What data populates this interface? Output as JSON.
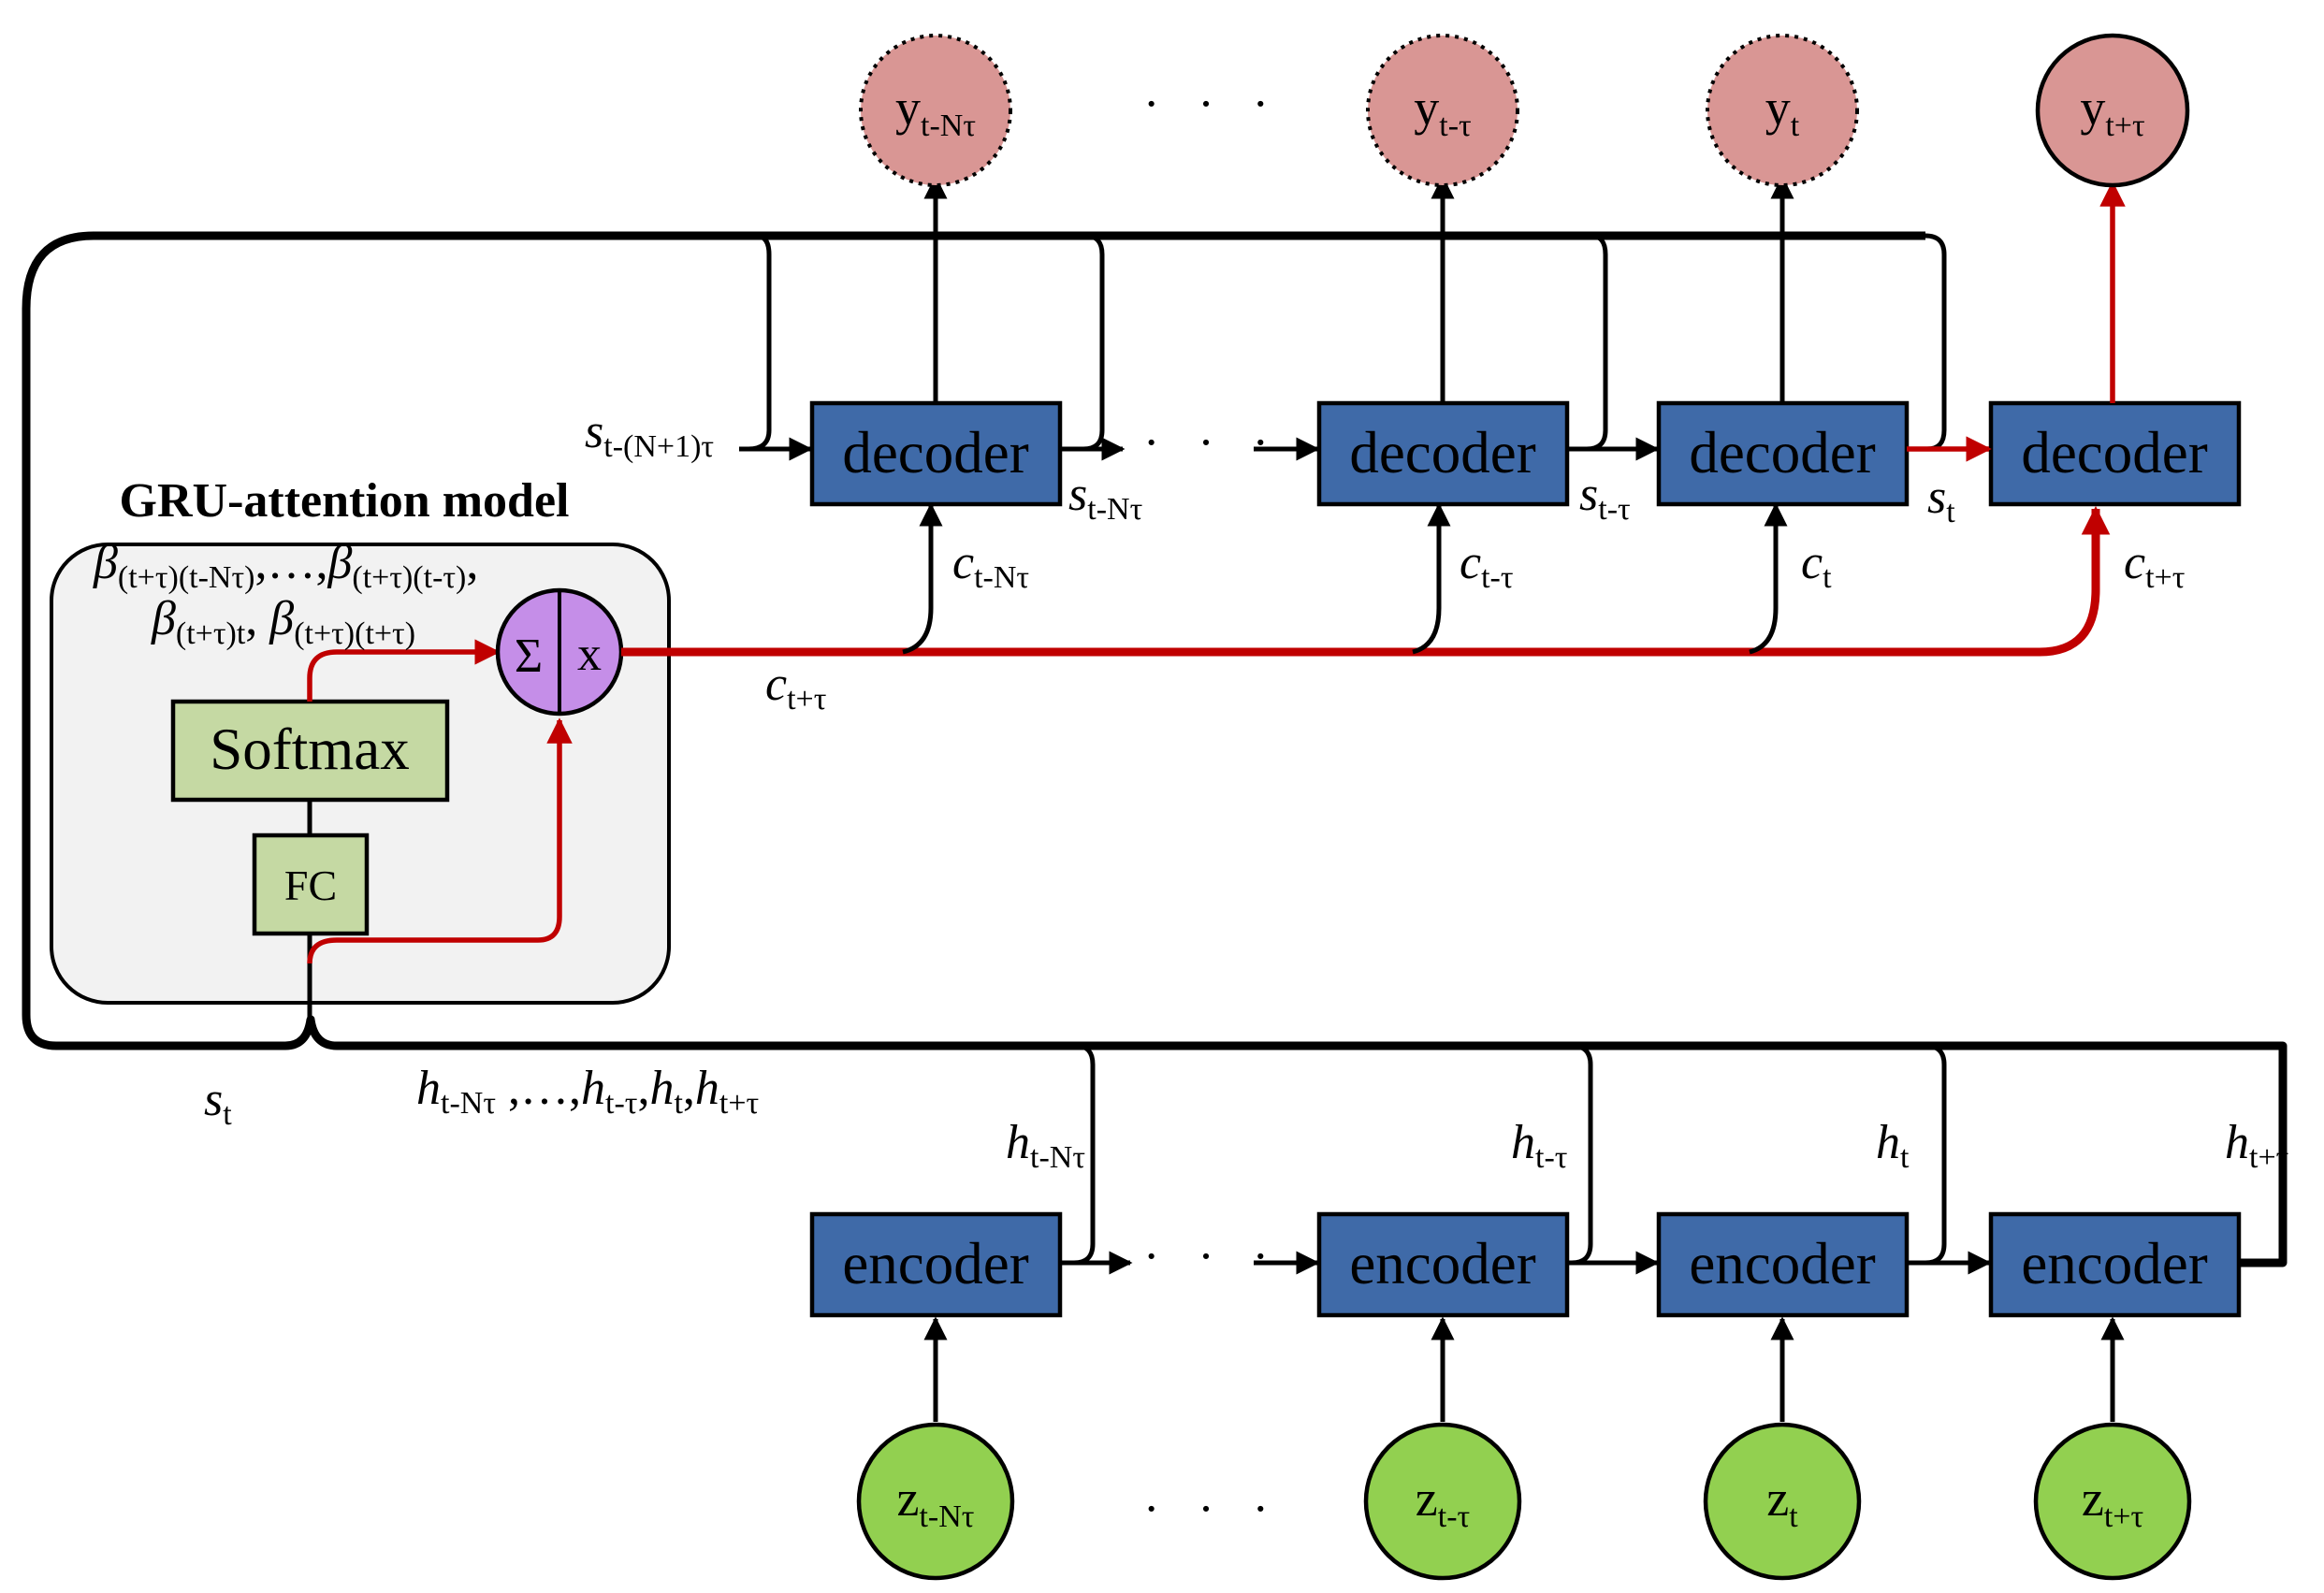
{
  "title": "GRU-attention model",
  "blocks": {
    "softmax": "Softmax",
    "fc": "FC",
    "sum": "Σ",
    "mult": "x",
    "decoders": [
      "decoder",
      "decoder",
      "decoder",
      "decoder"
    ],
    "encoders": [
      "encoder",
      "encoder",
      "encoder",
      "encoder"
    ]
  },
  "outputs": [
    {
      "base": "y",
      "sub": "t-Nτ",
      "state": "past"
    },
    {
      "base": "y",
      "sub": "t-τ",
      "state": "past"
    },
    {
      "base": "y",
      "sub": "t",
      "state": "past"
    },
    {
      "base": "y",
      "sub": "t+τ",
      "state": "predicted"
    }
  ],
  "inputs": [
    {
      "base": "z",
      "sub": "t-Nτ"
    },
    {
      "base": "z",
      "sub": "t-τ"
    },
    {
      "base": "z",
      "sub": "t"
    },
    {
      "base": "z",
      "sub": "t+τ"
    }
  ],
  "ellipsis": "· · ·",
  "labels": {
    "s_init": {
      "base": "s",
      "sub": "t-(N+1)τ"
    },
    "s_states": [
      {
        "base": "s",
        "sub": "t-Nτ"
      },
      {
        "base": "s",
        "sub": "t-τ"
      },
      {
        "base": "s",
        "sub": "t"
      }
    ],
    "contexts": [
      {
        "base": "c",
        "sub": "t-Nτ"
      },
      {
        "base": "c",
        "sub": "t-τ"
      },
      {
        "base": "c",
        "sub": "t"
      },
      {
        "base": "c",
        "sub": "t+τ"
      }
    ],
    "c_attention": {
      "base": "c",
      "sub": "t+τ"
    },
    "hidden": [
      {
        "base": "h",
        "sub": "t-Nτ"
      },
      {
        "base": "h",
        "sub": "t-τ"
      },
      {
        "base": "h",
        "sub": "t"
      },
      {
        "base": "h",
        "sub": "t+τ"
      }
    ],
    "st_bottom": {
      "base": "s",
      "sub": "t"
    },
    "h_list": {
      "h1": "h",
      "h1_sub": "t-Nτ",
      "sep1": " ,…,",
      "h2": "h",
      "h2_sub": "t-τ",
      "sep2": ",",
      "h3": "h",
      "h3_sub": "t",
      "sep3": ",",
      "h4": "h",
      "h4_sub": "t+τ"
    },
    "beta_line1": {
      "b1": "β",
      "b1_sub": "(t+τ)(t-Nτ)",
      "sep": ",…,",
      "b2": "β",
      "b2_sub": "(t+τ)(t-τ)",
      "end": ","
    },
    "beta_line2": {
      "b3": "β",
      "b3_sub": "(t+τ)t",
      "sep": ", ",
      "b4": "β",
      "b4_sub": "(t+τ)(t+τ)"
    }
  },
  "colors": {
    "decoder_fill": "#3f6aa8",
    "softmax_fill": "#c5d9a3",
    "attention_fill": "#c58ee8",
    "output_fill": "#d99694",
    "input_fill": "#92d050",
    "highlight": "#c00000",
    "panel_fill": "#f2f2f2"
  }
}
